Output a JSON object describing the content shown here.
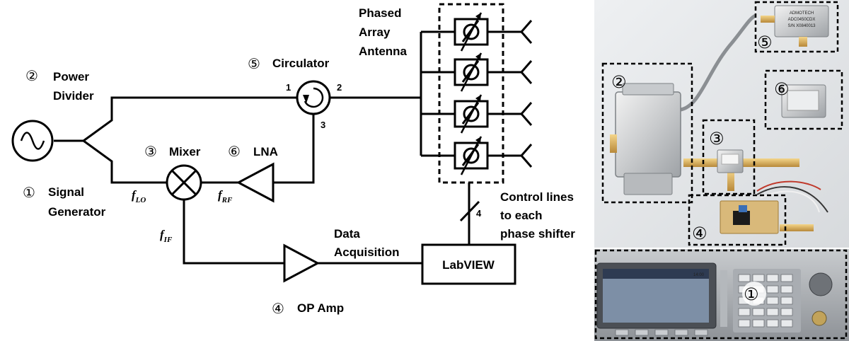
{
  "diagram": {
    "signal_generator": {
      "num": "①",
      "line1": "Signal",
      "line2": "Generator"
    },
    "power_divider": {
      "num": "②",
      "line1": "Power",
      "line2": "Divider"
    },
    "mixer": {
      "num": "③",
      "label": "Mixer"
    },
    "op_amp": {
      "num": "④",
      "label": "OP Amp"
    },
    "circulator": {
      "num": "⑤",
      "label": "Circulator",
      "port1": "1",
      "port2": "2",
      "port3": "3"
    },
    "lna": {
      "num": "⑥",
      "label": "LNA"
    },
    "antenna": {
      "line1": "Phased",
      "line2": "Array",
      "line3": "Antenna"
    },
    "f_lo": {
      "base": "f",
      "sub": "LO"
    },
    "f_rf": {
      "base": "f",
      "sub": "RF"
    },
    "f_if": {
      "base": "f",
      "sub": "IF"
    },
    "data_acq": {
      "line1": "Data",
      "line2": "Acquisition"
    },
    "labview": "LabVIEW",
    "control": {
      "line1": "Control lines",
      "line2": "to each",
      "line3": "phase shifter",
      "count": "4"
    }
  },
  "photos": {
    "labels": [
      "①",
      "②",
      "③",
      "④",
      "⑤",
      "⑥"
    ],
    "coupler_text": {
      "line1": "ADMOTECH",
      "line2": "ADC0450CDX",
      "line3": "S/N X0840013"
    },
    "generator_display": "14:00"
  }
}
